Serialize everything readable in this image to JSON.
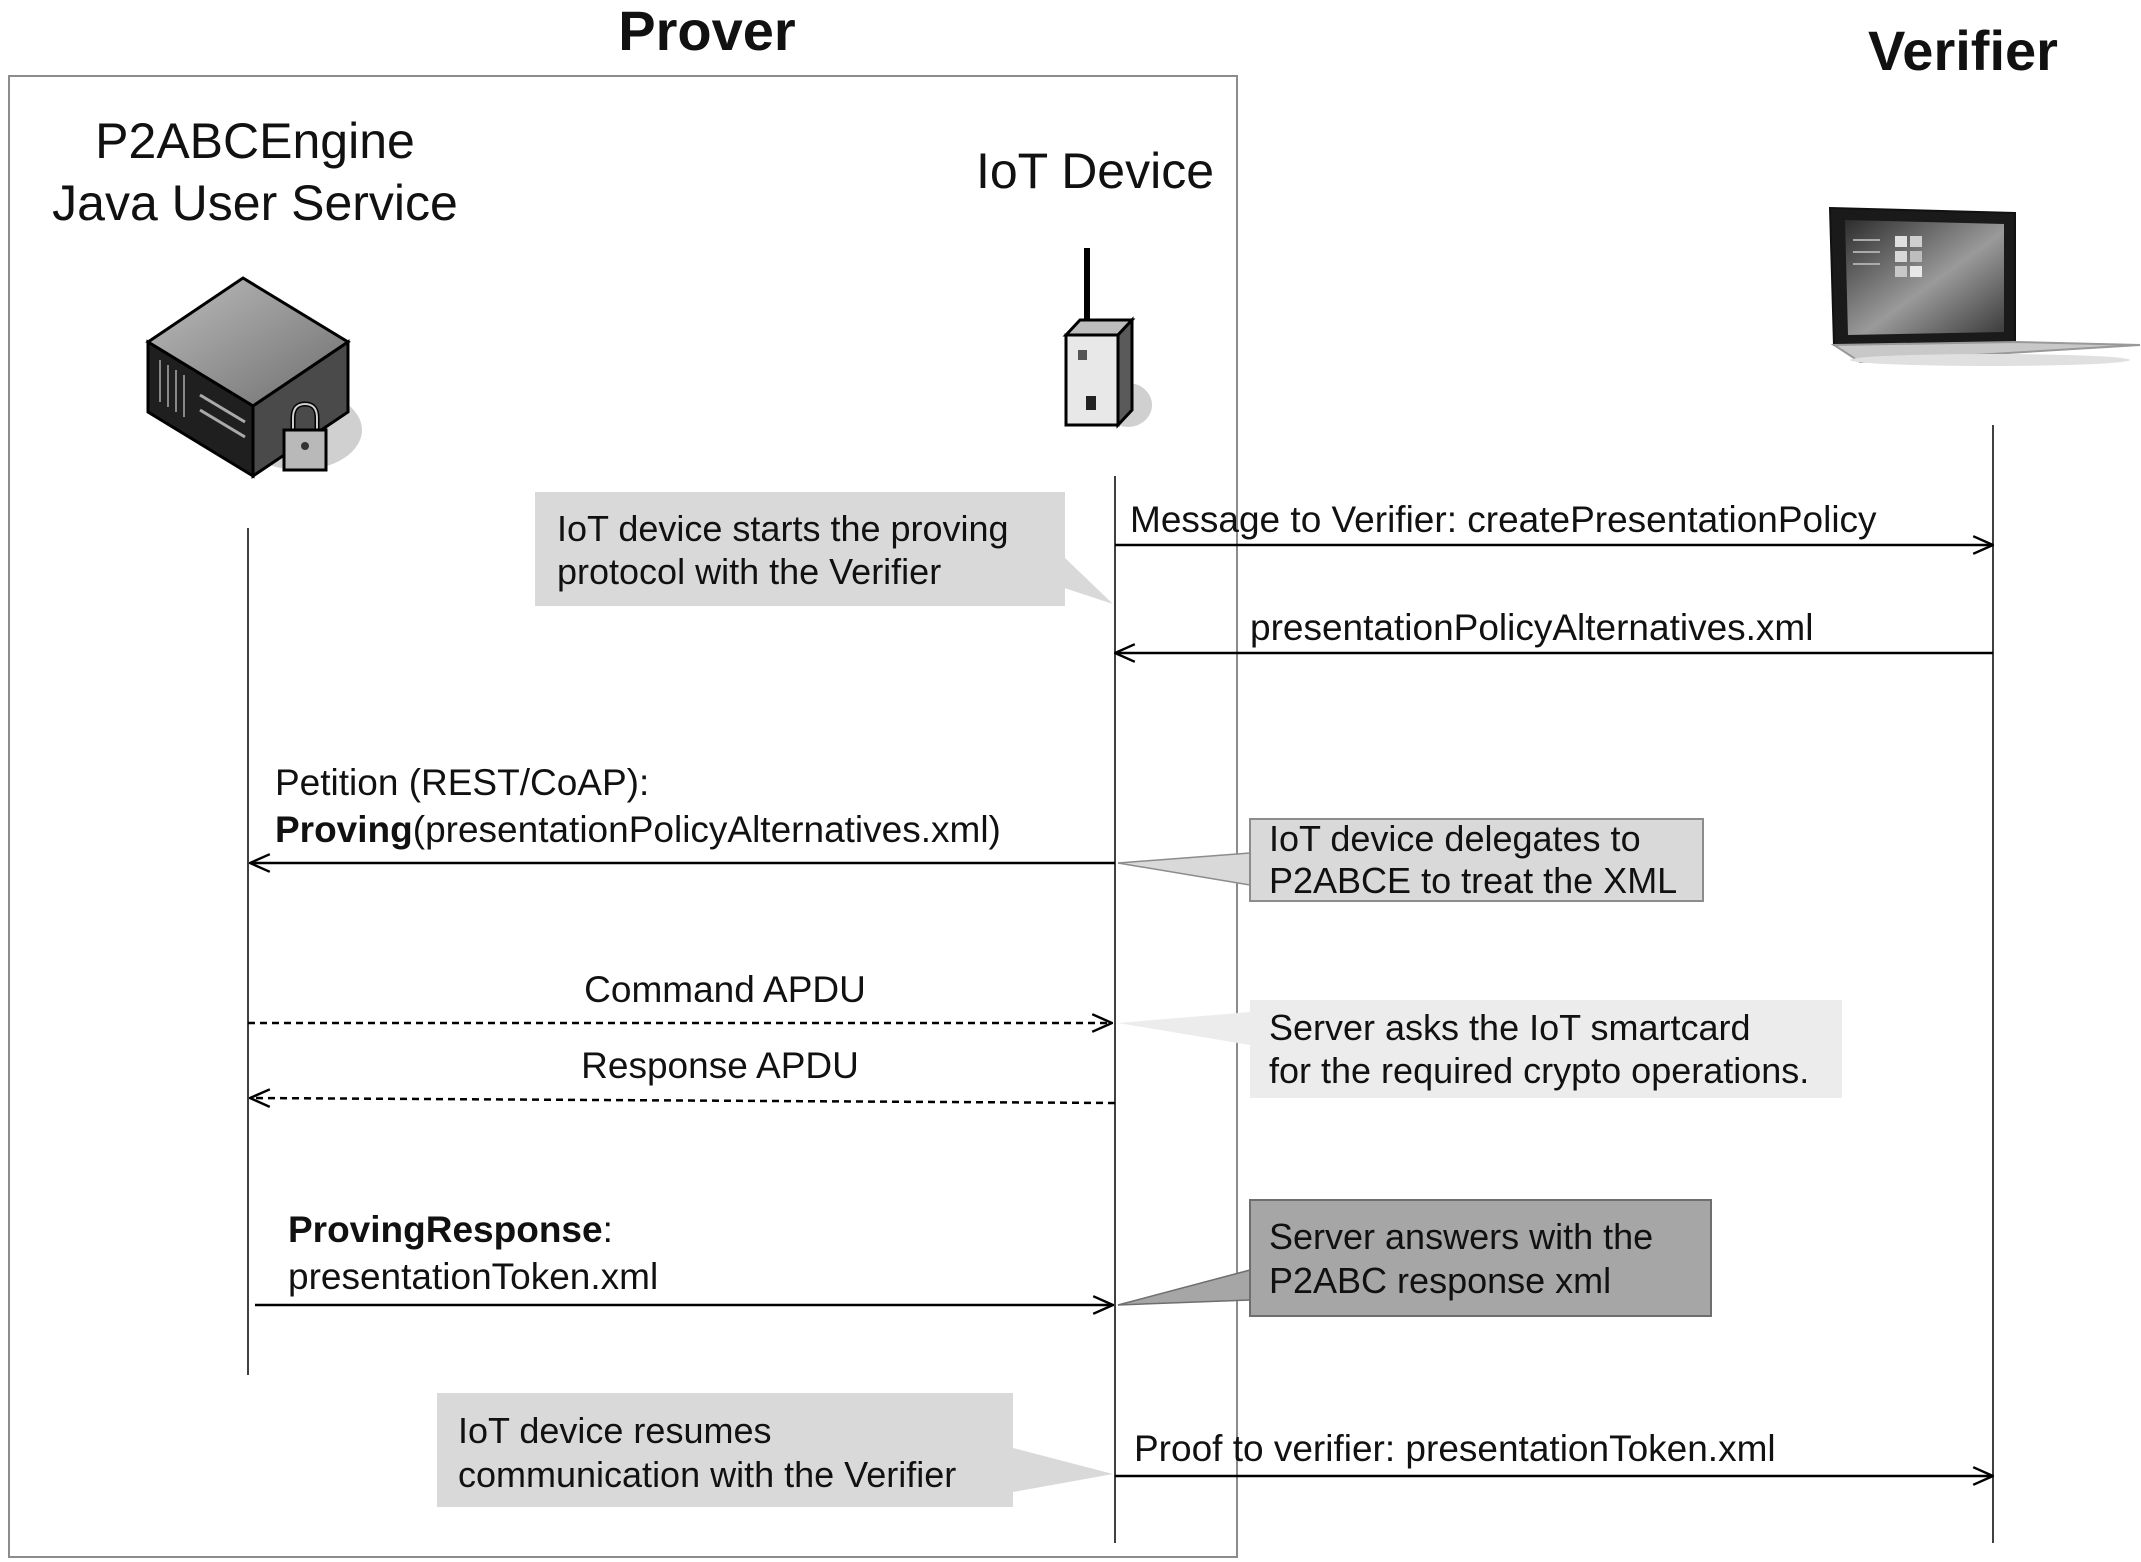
{
  "headers": {
    "prover": "Prover",
    "verifier": "Verifier"
  },
  "actors": {
    "engine_line1": "P2ABCEngine",
    "engine_line2": "Java User Service",
    "iot": "IoT Device"
  },
  "icons": {
    "engine": "server-with-lock-icon",
    "iot": "iot-device-antenna-icon",
    "verifier": "laptop-icon"
  },
  "messages": {
    "m1": "Message to Verifier: createPresentationPolicy",
    "m2": "presentationPolicyAlternatives.xml",
    "m3_line1": "Petition (REST/CoAP):",
    "m3_bold": "Proving",
    "m3_rest": "(presentationPolicyAlternatives.xml)",
    "m4": "Command APDU",
    "m5": "Response APDU",
    "m6_bold": "ProvingResponse",
    "m6_colon": ":",
    "m6_line2": "presentationToken.xml",
    "m7": "Proof to verifier: presentationToken.xml"
  },
  "notes": {
    "n1_line1": "IoT device starts the proving",
    "n1_line2": "protocol with the Verifier",
    "n2_line1": "IoT device delegates to",
    "n2_line2": "P2ABCE to treat the XML",
    "n3_line1": "Server asks the IoT smartcard",
    "n3_line2": "for the required crypto operations.",
    "n4_line1": "Server answers with the",
    "n4_line2": "P2ABC response xml",
    "n5_line1": "IoT device resumes",
    "n5_line2": "communication with the Verifier"
  },
  "colors": {
    "note_light": "#d9d9d9",
    "note_lighter": "#ececec",
    "note_dark": "#a6a6a6",
    "line": "#000000",
    "box_border": "#8c8c8c"
  }
}
